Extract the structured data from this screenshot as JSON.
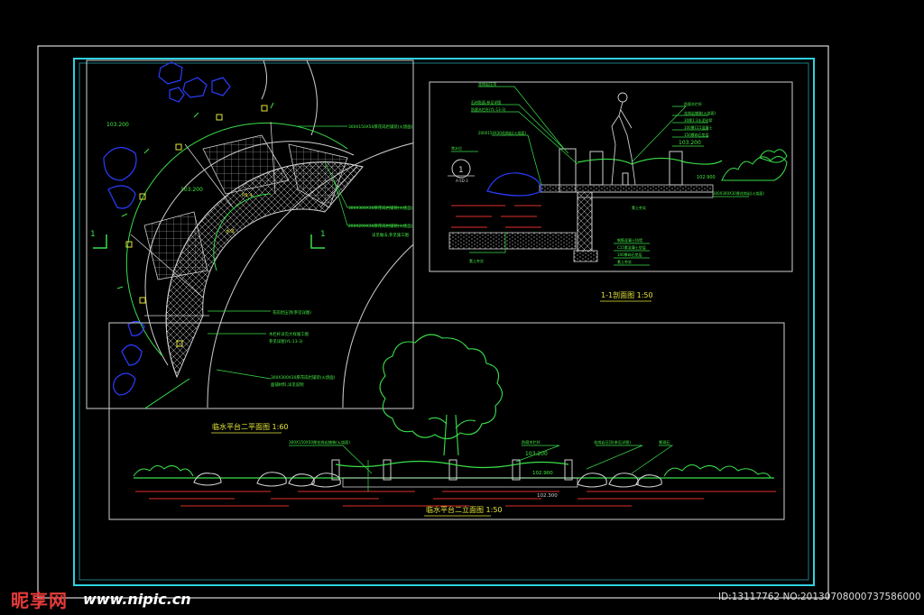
{
  "drawings": {
    "plan": {
      "title": "临水平台二平面图 1:60",
      "section_mark": "1",
      "elevation_a": "103.200",
      "elevation_b": "103.200",
      "radius_label": "R5.4",
      "water_label": "水体",
      "notes": [
        "300X150X50厚花岗岩铺装(火烧面)",
        "300X300X30厚花岗岩铺装(火烧面)",
        "200X200X30厚花岗岩铺装(火烧面)",
        "详见做法,参见施工图",
        "花岗岩压顶(参见详图)",
        "木栏杆详见大样施工图",
        "参见详图(YL-13-3)",
        "300X300X30厚花岗岩铺装(火烧面)",
        "面铺材料,详见说明"
      ]
    },
    "section": {
      "title": "1-1剖面图 1:50",
      "symbol_number": "1",
      "symbol_ref": "A-SD-3",
      "elevation_top": "103.200",
      "elevation_mid": "102.900",
      "notes_left": [
        "花岗岩压顶",
        "石材贴面,参见详图",
        "防腐木栏杆(YL-13-3)",
        "200X150X30花岗岩(火烧面)",
        "常水位",
        "素土夯实"
      ],
      "notes_right": [
        "防腐木栏杆",
        "花岗岩铺装(火烧面)",
        "30厚1:3水泥砂浆",
        "100厚C15混凝土",
        "150厚碎石垫层",
        "素土夯实",
        "300X300X30厚花岗岩(火烧面)"
      ],
      "notes_bottom": [
        "钢筋混凝土挡墙",
        "C15素混凝土垫层",
        "100厚碎石垫层",
        "素土夯实"
      ]
    },
    "elevation": {
      "title": "临水平台二立面图 1:50",
      "elevation_top": "103.200",
      "elevation_water": "102.900",
      "elevation_base": "102.300",
      "notes": [
        "300X150X50厚花岗岩铺装(火烧面)",
        "防腐木栏杆",
        "花岗岩压顶(参见详图)",
        "景观石"
      ]
    }
  },
  "watermark": {
    "brand": "昵享网",
    "url": "www.nipic.cn",
    "id_text": "ID:13117762 NO:20130708000737586000"
  },
  "colors": {
    "background": "#000000",
    "frame_cyan": "#2fd1e0",
    "frame_white": "#ffffff",
    "line_green": "#39e04a",
    "line_white": "#d9d9d9",
    "line_blue": "#2a3cff",
    "line_red": "#e0302a",
    "text_yellow": "#e6e63a",
    "text_green": "#44ee44"
  }
}
